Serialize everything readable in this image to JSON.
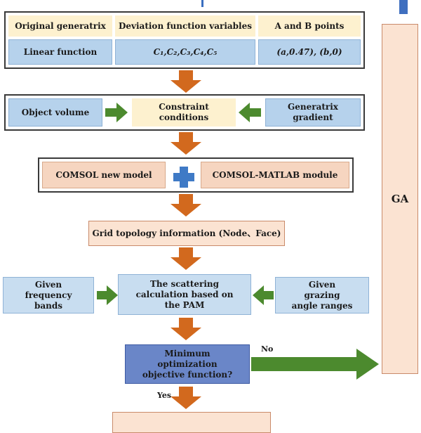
{
  "table": {
    "headers": [
      "Original generatrix",
      "Deviation function variables",
      "A and B points"
    ],
    "row": [
      "Linear function",
      "C₁,C₂,C₃,C₄,C₅",
      "(a,0.47), (b,0)"
    ]
  },
  "constraints": {
    "left": "Object volume",
    "center": "Constraint conditions",
    "right": "Generatrix gradient"
  },
  "comsol": {
    "left": "COMSOL new model",
    "right": "COMSOL-MATLAB module"
  },
  "grid": "Grid topology information (Node、Face)",
  "scattering": {
    "left": "Given frequency bands",
    "center": "The scattering calculation based on the PAM",
    "right": "Given grazing angle ranges"
  },
  "decision": "Minimum optimization objective function?",
  "labels": {
    "no": "No",
    "yes": "Yes"
  },
  "ga": "GA",
  "colors": {
    "arrow_orange": "#d2691e",
    "arrow_green": "#4c8a2e",
    "plus_blue": "#3f7ac6",
    "box_blue": "#b6d2ec",
    "box_orange": "#f6d5c0",
    "box_yellow": "#fdf1cf"
  }
}
